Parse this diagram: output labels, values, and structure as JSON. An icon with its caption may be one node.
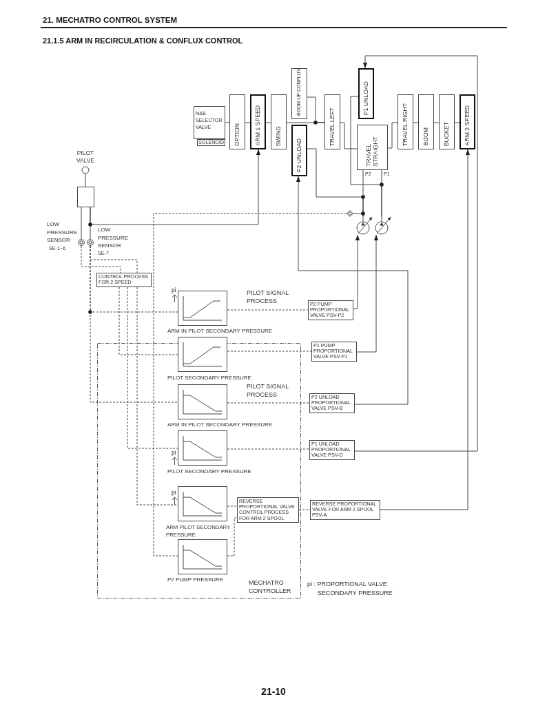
{
  "diagram": {
    "title": "21.1.5 ARM IN RECIRCULATION & CONFLUX CONTROL",
    "nodes": [
      {
        "text": [
          "N&B SELECTOR VALVE"
        ]
      },
      {
        "text": [
          "SOLENOID"
        ]
      },
      {
        "text": [
          "OPTION"
        ]
      },
      {
        "text": [
          "ARM 1 SPEED"
        ]
      },
      {
        "text": [
          "SWING"
        ]
      },
      {
        "text": [
          "BOOM UP CONFLUX"
        ]
      },
      {
        "text": [
          "P2 UNLOAD"
        ]
      },
      {
        "text": [
          "TRAVEL LEFT"
        ]
      },
      {
        "text": [
          "P1 UNLOAD"
        ]
      },
      {
        "text": [
          "TRAVEL STRAIGHT"
        ]
      },
      {
        "text": [
          "TRAVEL RIGHT"
        ]
      },
      {
        "text": [
          "BOOM"
        ]
      },
      {
        "text": [
          "BUCKET"
        ]
      },
      {
        "text": [
          "ARM 2 SPEED"
        ]
      },
      {
        "text": [
          "PILOT VALVE"
        ]
      },
      {
        "text": [],
        "shape": "circle",
        "beside": [
          "LOW PRESSURE SENSOR",
          "SE-1~6"
        ]
      },
      {
        "text": [],
        "shape": "circle",
        "beside": [
          "LOW PRESSURE SENSOR",
          "SE-7"
        ]
      },
      {
        "text": [],
        "shape": "diamond"
      },
      {
        "text": [],
        "shape": "circle"
      },
      {
        "text": [],
        "shape": "circle"
      },
      {
        "text": [
          "CONTROL PROCESS FOR 2 SPEED"
        ]
      },
      {
        "text": [],
        "shape": "box",
        "beside": [
          "ARM IN PILOT SECONDARY PRESSURE",
          "pi"
        ]
      },
      {
        "text": [
          "P2 PUMP PROPORTIONAL VALVE PSV-P2"
        ]
      },
      {
        "text": [
          "MECHATRO CONTROLLER"
        ]
      },
      {
        "text": [],
        "shape": "box",
        "beside": [
          "PILOT SECONDARY PRESSURE"
        ]
      },
      {
        "text": [
          "P1 PUMP PROPORTIONAL VALVE PSV-P1"
        ]
      },
      {
        "text": [],
        "shape": "box",
        "in": 23,
        "beside": [
          "ARM IN PILOT SECONDARY PRESSURE"
        ]
      },
      {
        "text": [
          "P2 UNLOAD PROPORTIONAL VALVE PSV-B"
        ]
      },
      {
        "text": [],
        "shape": "box",
        "in": 23,
        "beside": [
          "PILOT SECONDARY PRESSURE",
          "pi"
        ]
      },
      {
        "text": [
          "P1 UNLOAD PROPORTIONAL VALVE PSV-D"
        ]
      },
      {
        "text": [],
        "shape": "box",
        "in": 23,
        "beside": [
          "ARM PILOT SECONDARY PRESSURE",
          "pi"
        ]
      },
      {
        "text": [
          "REVERSE PROPORTIONAL VALVE CONTROL PROCESS FOR ARM 2 SPOOL"
        ],
        "in": 23
      },
      {
        "text": [
          "REVERSE PROPORTIONAL VALVE FOR ARM 2 SPOOL PSV-A"
        ]
      },
      {
        "text": [],
        "shape": "box",
        "in": 23,
        "beside": [
          "P2 PUMP PRESSURE"
        ]
      }
    ],
    "edges": [
      {
        "from": 0,
        "to": 2,
        "arrow": "none"
      },
      {
        "from": 2,
        "to": 3,
        "arrow": "none"
      },
      {
        "from": 3,
        "to": 4,
        "arrow": "none"
      },
      {
        "from": 4,
        "to": 7,
        "arrow": "none"
      },
      {
        "from": 5,
        "to": 7,
        "arrow": "none"
      },
      {
        "from": 7,
        "to": 9,
        "arrow": "none"
      },
      {
        "from": 9,
        "to": 10,
        "arrow": "none"
      },
      {
        "from": 10,
        "to": 11,
        "arrow": "none"
      },
      {
        "from": 11,
        "to": 12,
        "arrow": "none"
      },
      {
        "from": 12,
        "to": 13,
        "arrow": "none"
      },
      {
        "from": 18,
        "to": 9,
        "arrow": "none"
      },
      {
        "from": 19,
        "to": 9,
        "arrow": "none"
      },
      {
        "from": 18,
        "to": 6,
        "arrow": "none"
      },
      {
        "from": 19,
        "to": 8,
        "arrow": "none"
      },
      {
        "from": 18,
        "to": 17,
        "arrow": "none"
      },
      {
        "from": 14,
        "to": 16,
        "arrow": "none"
      },
      {
        "from": 14,
        "to": 15,
        "arrow": "none"
      },
      {
        "from": 14,
        "to": 3,
        "arrow": "to"
      },
      {
        "from": 15,
        "to": 20,
        "arrow": "none",
        "style": "dashed"
      },
      {
        "from": 16,
        "to": 20,
        "arrow": "none",
        "style": "dashed"
      },
      {
        "from": 16,
        "to": 21,
        "arrow": "none",
        "style": "dashed"
      },
      {
        "from": 16,
        "to": 26,
        "arrow": "none",
        "style": "dashed"
      },
      {
        "from": 20,
        "to": 24,
        "arrow": "none",
        "style": "dashed"
      },
      {
        "from": 20,
        "to": 28,
        "arrow": "none",
        "style": "dashed"
      },
      {
        "from": 20,
        "to": 30,
        "arrow": "none",
        "style": "dashed"
      },
      {
        "from": 17,
        "to": 33,
        "arrow": "none",
        "style": "dashed"
      },
      {
        "from": 21,
        "to": 22,
        "arrow": "none",
        "style": "dashed"
      },
      {
        "from": 24,
        "to": 25,
        "arrow": "none",
        "style": "dashed"
      },
      {
        "from": 26,
        "to": 27,
        "arrow": "none",
        "style": "dashed"
      },
      {
        "from": 28,
        "to": 29,
        "arrow": "none",
        "style": "dashed"
      },
      {
        "from": 30,
        "to": 31,
        "arrow": "none",
        "style": "dashed"
      },
      {
        "from": 33,
        "to": 31,
        "arrow": "none",
        "style": "dashed"
      },
      {
        "from": 31,
        "to": 32,
        "arrow": "none",
        "style": "dashed"
      },
      {
        "from": 22,
        "to": 18,
        "arrow": "to"
      },
      {
        "from": 25,
        "to": 19,
        "arrow": "to"
      },
      {
        "from": 27,
        "to": 6,
        "arrow": "to"
      },
      {
        "from": 29,
        "to": 8,
        "arrow": "to"
      },
      {
        "from": 32,
        "to": 13,
        "arrow": "to"
      }
    ],
    "labels": [
      "21. MECHATRO CONTROL SYSTEM",
      "P2",
      "P1",
      "PILOT SIGNAL PROCESS",
      "PILOT SIGNAL PROCESS",
      "pi : PROPORTIONAL VALVE SECONDARY PRESSURE",
      "21-10"
    ]
  }
}
